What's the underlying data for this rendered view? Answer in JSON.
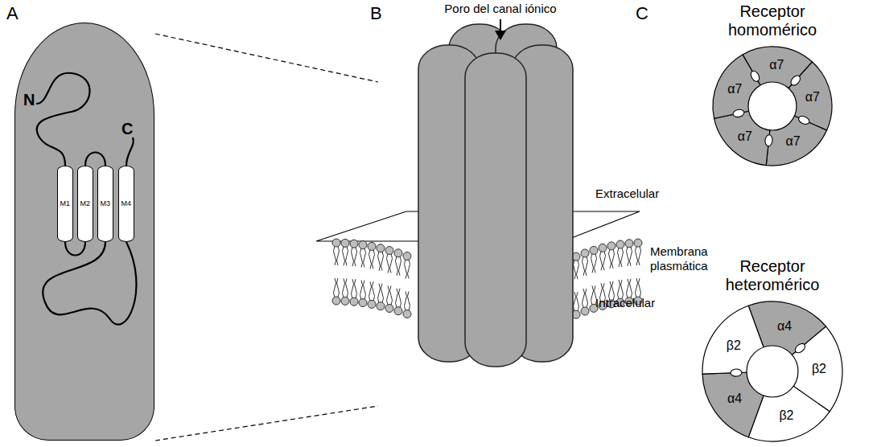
{
  "diagram": {
    "nodes": [
      {
        "text": [
          "N",
          "C"
        ]
      },
      {
        "text": [
          "M1"
        ],
        "in": 0
      },
      {
        "text": [
          "M2"
        ],
        "in": 0
      },
      {
        "text": [
          "M3"
        ],
        "in": 0
      },
      {
        "text": [
          "M4"
        ],
        "in": 0
      },
      {
        "text": [
          "Receptor homomérico",
          "α7",
          "α7",
          "α7",
          "α7",
          "α7"
        ]
      },
      {
        "text": [
          "Receptor heteromérico",
          "α4",
          "β2",
          "β2",
          "α4",
          "β2"
        ]
      }
    ],
    "edges": [
      {
        "from": 1,
        "to": 2,
        "arrow": "none"
      },
      {
        "from": 2,
        "to": 3,
        "arrow": "none"
      },
      {
        "from": 3,
        "to": 4,
        "arrow": "none"
      }
    ],
    "labels": [
      "A",
      "B",
      "C",
      "Poro del canal iónico",
      "Extracelular",
      "Membrana plasmática",
      "Intracelular"
    ]
  }
}
